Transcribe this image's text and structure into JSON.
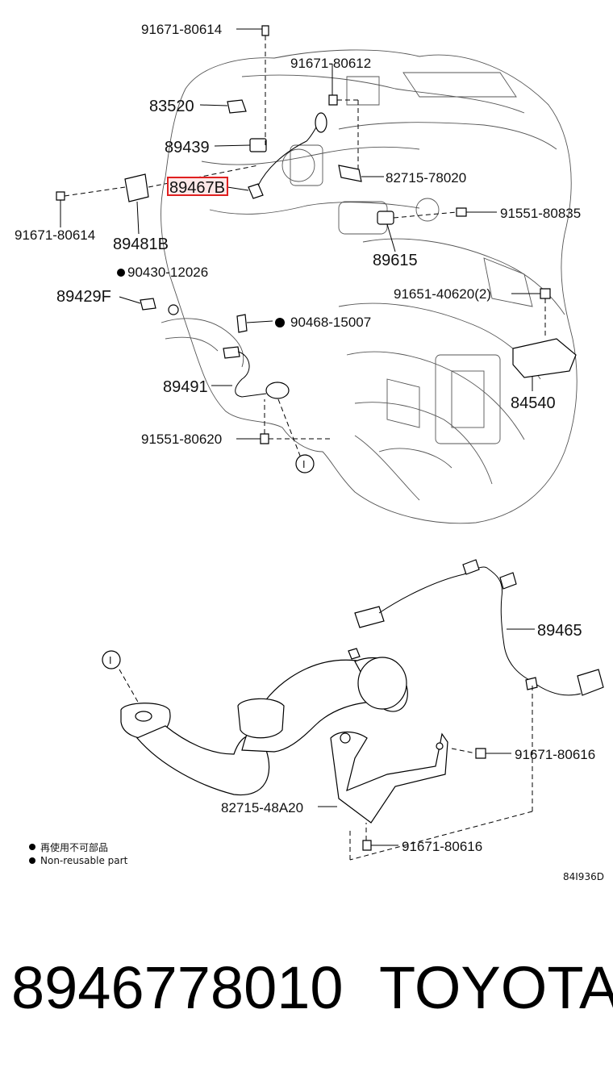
{
  "labels": {
    "p91671_80614_top": "91671-80614",
    "p91671_80612": "91671-80612",
    "p83520": "83520",
    "p89439": "89439",
    "p89467B": "89467B",
    "p82715_78020": "82715-78020",
    "p91671_80614_left": "91671-80614",
    "p89481B": "89481B",
    "p91551_80835": "91551-80835",
    "p89615": "89615",
    "p90430_12026": "90430-12026",
    "p89429F": "89429F",
    "p91651_40620": "91651-40620(2)",
    "p90468_15007": "90468-15007",
    "p84540": "84540",
    "p89491": "89491",
    "p91551_80620": "91551-80620",
    "callout_top": "I",
    "p89465": "89465",
    "callout_bottom": "I",
    "p91671_80616_a": "91671-80616",
    "p82715_48A20": "82715-48A20",
    "p91671_80616_b": "91671-80616",
    "legend_cn": "再使用不可部品",
    "legend_en": "Non-reusable part",
    "diagram_code": "84I936D"
  },
  "footer": {
    "part_number": "8946778010",
    "brand": "TOYOTA"
  },
  "highlight_color": "#e02020"
}
